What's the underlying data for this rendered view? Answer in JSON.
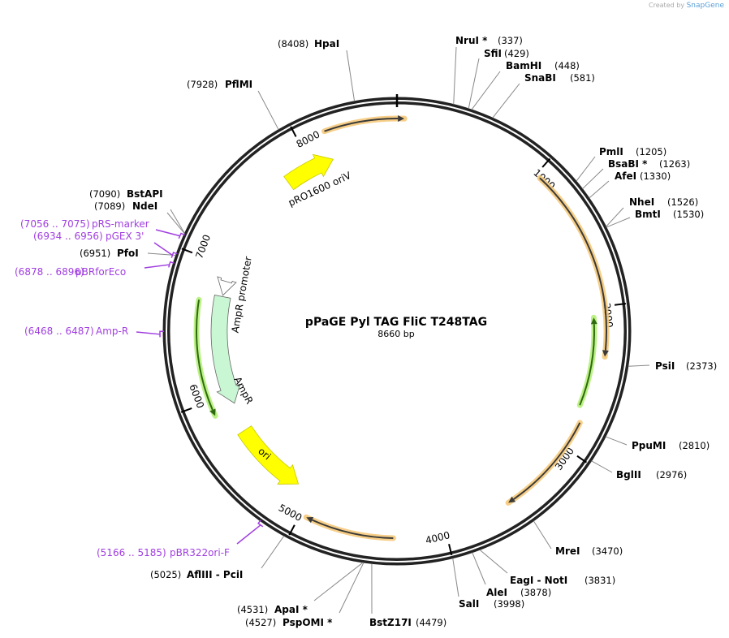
{
  "credit": {
    "prefix": "Created by",
    "brand": "SnapGene"
  },
  "plasmid": {
    "name": "pPaGE Pyl TAG FliC T248TAG",
    "length_label": "8660 bp",
    "length": 8660
  },
  "ticks": [
    "1000",
    "2000",
    "3000",
    "4000",
    "5000",
    "6000",
    "7000",
    "8000"
  ],
  "enzymes": [
    {
      "name": "HpaI",
      "pos": "(8408)",
      "bp": 8408
    },
    {
      "name": "PflMI",
      "pos": "(7928)",
      "bp": 7928
    },
    {
      "name": "NruI *",
      "pos": "(337)",
      "bp": 337
    },
    {
      "name": "SfiI",
      "pos": "(429)",
      "bp": 429
    },
    {
      "name": "BamHI",
      "pos": "(448)",
      "bp": 448
    },
    {
      "name": "SnaBI",
      "pos": "(581)",
      "bp": 581
    },
    {
      "name": "PmlI",
      "pos": "(1205)",
      "bp": 1205
    },
    {
      "name": "BsaBI *",
      "pos": "(1263)",
      "bp": 1263
    },
    {
      "name": "AfeI",
      "pos": "(1330)",
      "bp": 1330
    },
    {
      "name": "NheI",
      "pos": "(1526)",
      "bp": 1526
    },
    {
      "name": "BmtI",
      "pos": "(1530)",
      "bp": 1530
    },
    {
      "name": "PsiI",
      "pos": "(2373)",
      "bp": 2373
    },
    {
      "name": "PpuMI",
      "pos": "(2810)",
      "bp": 2810
    },
    {
      "name": "BglII",
      "pos": "(2976)",
      "bp": 2976
    },
    {
      "name": "MreI",
      "pos": "(3470)",
      "bp": 3470
    },
    {
      "name": "EagI  -  NotI",
      "pos": "(3831)",
      "bp": 3831
    },
    {
      "name": "AleI",
      "pos": "(3878)",
      "bp": 3878
    },
    {
      "name": "SalI",
      "pos": "(3998)",
      "bp": 3998
    },
    {
      "name": "BstZ17I",
      "pos": "(4479)",
      "bp": 4479
    },
    {
      "name": "ApaI *",
      "pos": "(4531)",
      "bp": 4531
    },
    {
      "name": "PspOMI *",
      "pos": "(4527)",
      "bp": 4527
    },
    {
      "name": "AflIII   -  PciI",
      "pos": "(5025)",
      "bp": 5025
    },
    {
      "name": "PfoI",
      "pos": "(6951)",
      "bp": 6951
    },
    {
      "name": "NdeI",
      "pos": "(7089)",
      "bp": 7089
    },
    {
      "name": "BstAPI",
      "pos": "(7090)",
      "bp": 7090
    }
  ],
  "primers": [
    {
      "name": "pRS-marker",
      "range": "(7056 .. 7075)",
      "bp": 7065
    },
    {
      "name": "pGEX 3'",
      "range": "(6934 .. 6956)",
      "bp": 6945
    },
    {
      "name": "pBRforEco",
      "range": "(6878 .. 6896)",
      "bp": 6887
    },
    {
      "name": "Amp-R",
      "range": "(6468 .. 6487)",
      "bp": 6477
    },
    {
      "name": "pBR322ori-F",
      "range": "(5166 .. 5185)",
      "bp": 5175
    }
  ],
  "features": [
    {
      "name": "pRO1600 oriV",
      "tail": 7790,
      "head": 8170,
      "kind": "wide",
      "color": "#ffff00"
    },
    {
      "name": "AmpR promoter",
      "tail": 6885,
      "head": 6775,
      "kind": "wide",
      "color": "#ffffff"
    },
    {
      "name": "AmpR",
      "tail": 6765,
      "head": 5920,
      "kind": "wide",
      "color": "#c9f7d3"
    },
    {
      "name": "ori",
      "tail": 5700,
      "head": 5120,
      "kind": "wide",
      "color": "#ffff00"
    },
    {
      "tail": 8180,
      "head": 48,
      "kind": "thin",
      "color": "#f5c97a"
    },
    {
      "tail": 1035,
      "head": 2334,
      "kind": "thin",
      "color": "#f5c97a"
    },
    {
      "tail": 2695,
      "head": 2070,
      "kind": "thin",
      "color": "#b5f07a"
    },
    {
      "tail": 2805,
      "head": 3537,
      "kind": "thin",
      "color": "#f5c97a"
    },
    {
      "tail": 4355,
      "head": 4955,
      "kind": "thin",
      "color": "#f5c97a"
    },
    {
      "tail": 6712,
      "head": 5894,
      "kind": "thin",
      "color": "#b5f07a"
    }
  ],
  "colors": {
    "primer": "#a03ee0",
    "ring": "#222222"
  }
}
